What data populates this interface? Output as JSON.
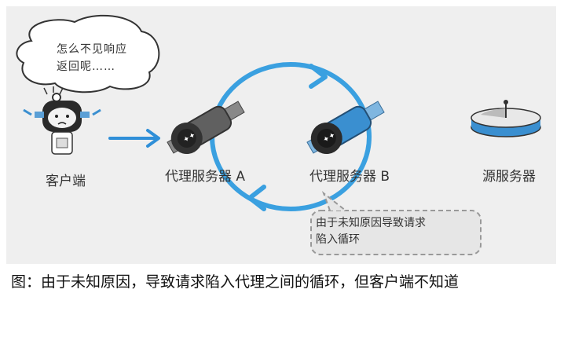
{
  "client": {
    "speech": "怎么不见响应\n返回呢……",
    "label": "客户端"
  },
  "proxy_a": {
    "label": "代理服务器 A"
  },
  "proxy_b": {
    "label": "代理服务器 B"
  },
  "origin": {
    "label": "源服务器"
  },
  "note": "由于未知原因导致请求\n陷入循环",
  "caption": "图：由于未知原因，导致请求陷入代理之间的循环，但客户端不知道",
  "colors": {
    "loop": "#3aa0e0",
    "arrow": "#2f8fd8",
    "panel": "#efefef",
    "proxy_a_accent": "#606060",
    "proxy_b_accent": "#3a8fd0"
  }
}
